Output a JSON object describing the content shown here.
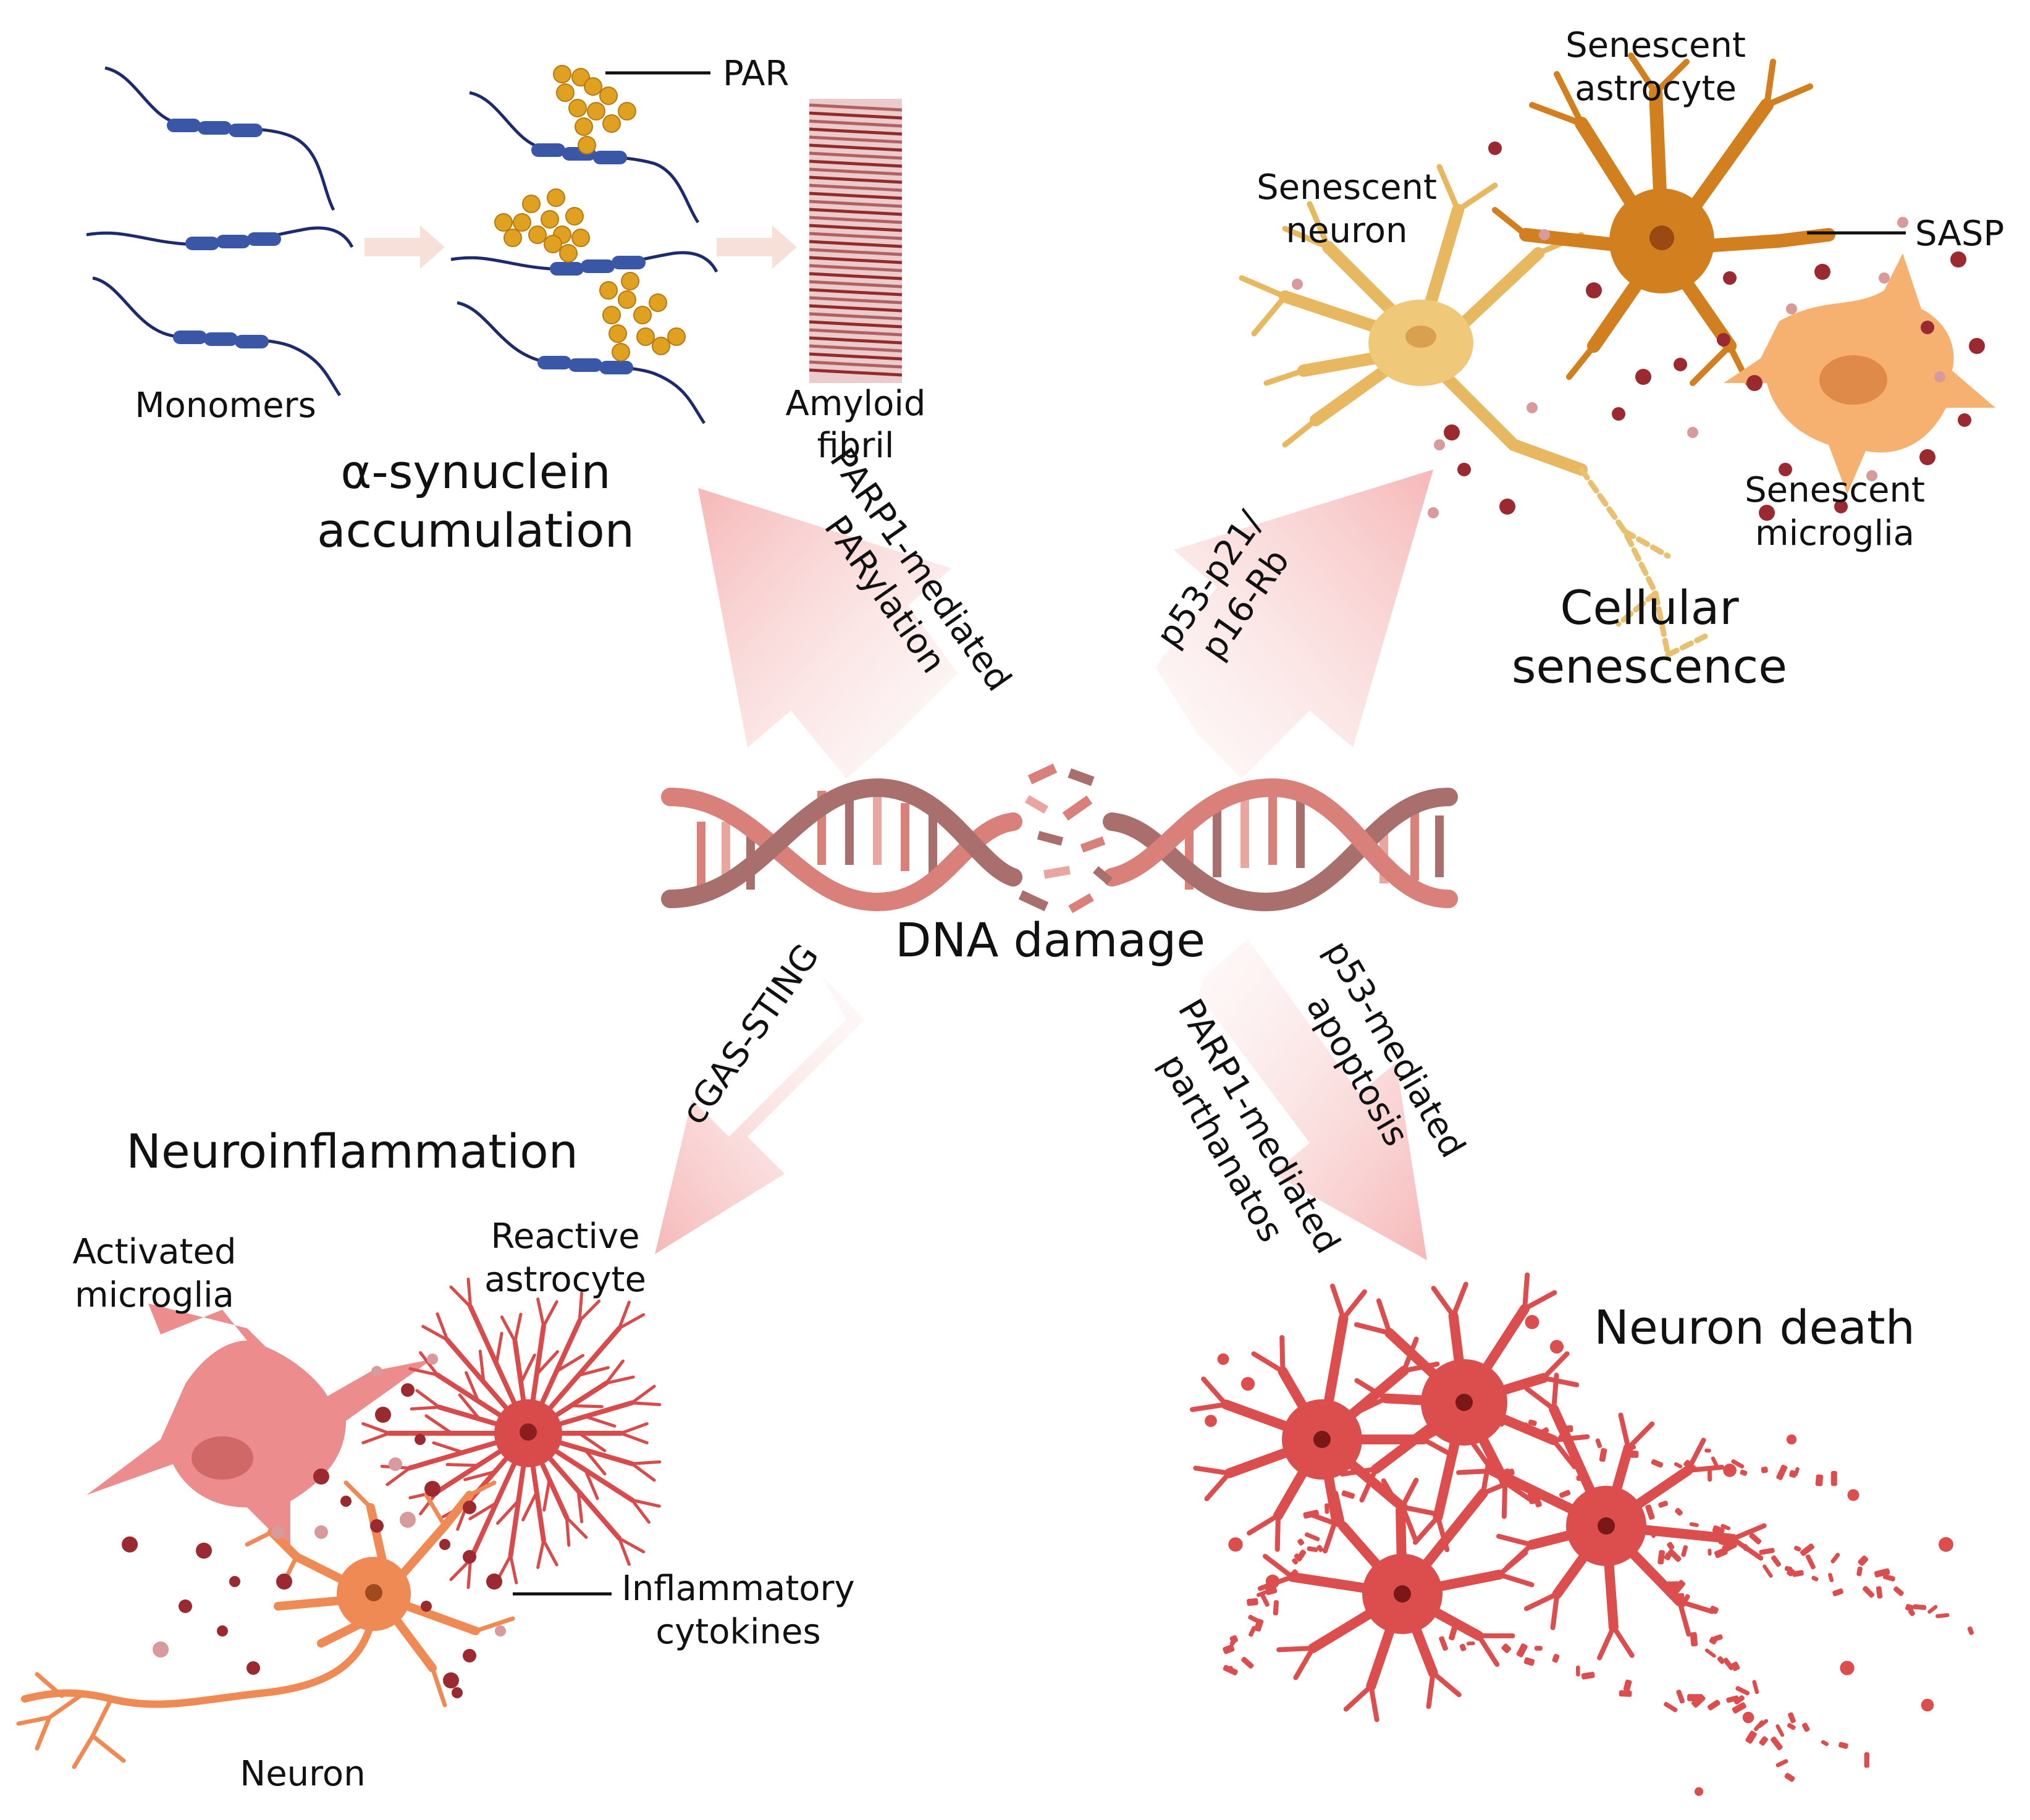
{
  "center": {
    "label": "DNA damage"
  },
  "synuclein": {
    "heading": [
      "α-synuclein",
      "accumulation"
    ],
    "monomers": "Monomers",
    "par": "PAR",
    "fibril": [
      "Amyloid",
      "fibril"
    ]
  },
  "senescence": {
    "heading": [
      "Cellular",
      "senescence"
    ],
    "astrocyte": [
      "Senescent",
      "astrocyte"
    ],
    "neuron": [
      "Senescent",
      "neuron"
    ],
    "microglia": [
      "Senescent",
      "microglia"
    ],
    "sasp": "SASP"
  },
  "inflammation": {
    "heading": "Neuroinflammation",
    "microglia": [
      "Activated",
      "microglia"
    ],
    "astrocyte": [
      "Reactive",
      "astrocyte"
    ],
    "cytokines": [
      "Inflammatory",
      "cytokines"
    ],
    "neuron": "Neuron"
  },
  "death": {
    "heading": "Neuron death"
  },
  "pathways": {
    "parylation": [
      "PARP1-mediated",
      "PARylation"
    ],
    "p53_p21": [
      "p53-p21/",
      "p16-Rb"
    ],
    "cgas": "cGAS-STING",
    "parthanatos": [
      "PARP1-mediated",
      "parthanatos"
    ],
    "apoptosis": [
      "p53-mediated",
      "apoptosis"
    ]
  },
  "colors": {
    "monomer_line": "#1d2a6e",
    "monomer_bead": "#3a56a6",
    "par_bead": "#e0a020",
    "fibril": "#8b1a1a",
    "dna_light": "#d9807a",
    "dna_dark": "#a86f6c",
    "astro_sen": "#d2801f",
    "neuron_sen": "#f0c87a",
    "microglia_sen": "#f6b070",
    "microglia_act": "#ec8c8c",
    "astro_react": "#d94a4a",
    "neuron_orange": "#ef8a55",
    "dead_neuron": "#dc4e4e",
    "cytokine": "#9b2a30",
    "arrow": "#f6c4c4"
  }
}
